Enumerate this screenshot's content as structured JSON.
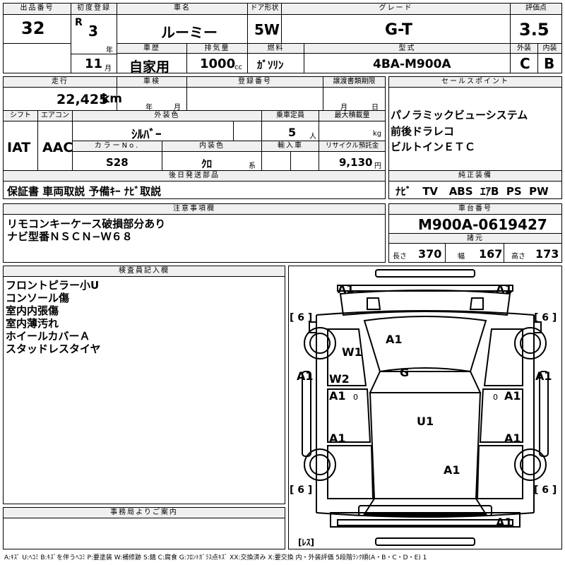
{
  "header": {
    "lot_label": "出品番号",
    "lot": "32",
    "first_reg_label": "初度登録",
    "era": "R",
    "year": "3",
    "year_unit": "年",
    "month": "11",
    "month_unit": "月",
    "car_name_label": "車名",
    "car_name": "ルーミー",
    "door_label": "ドア形状",
    "door": "5W",
    "grade_label": "グレード",
    "grade": "G-T",
    "score_label": "評価点",
    "score": "3.5",
    "exterior_label": "外装",
    "exterior": "C",
    "interior_label": "内装",
    "interior": "B",
    "history_label": "車歴",
    "history": "自家用",
    "displacement_label": "排気量",
    "displacement": "1000",
    "displacement_unit": "cc",
    "fuel_label": "燃料",
    "fuel": "ｶﾞｿﾘﾝ",
    "model_label": "型式",
    "model": "4BA-M900A"
  },
  "row2": {
    "mileage_label": "走行",
    "mileage": "22,425",
    "mileage_unit": "km",
    "inspection_label": "車検",
    "insp_year_unit": "年",
    "insp_month_unit": "月",
    "reg_no_label": "登録番号",
    "transfer_label": "譲渡書類期限",
    "transfer_month_unit": "月",
    "transfer_day_unit": "日",
    "shift_label": "シフト",
    "shift": "IAT",
    "ac_label": "エアコン",
    "ac": "AAC",
    "color_label": "外装色",
    "color": "ｼﾙﾊﾞｰ",
    "capacity_label": "乗車定員",
    "capacity": "5",
    "capacity_unit": "人",
    "maxload_label": "最大積載量",
    "maxload_unit": "kg",
    "color_no_label": "カラーNo.",
    "color_no": "S28",
    "int_color_label": "内装色",
    "int_color": "ｸﾛ",
    "int_color_unit": "系",
    "import_label": "輸入車",
    "recycle_label": "リサイクル預託金",
    "recycle": "9,130",
    "recycle_unit": "円"
  },
  "sales": {
    "label": "セールスポイント",
    "items": [
      "パノラミックビューシステム",
      "前後ドラレコ",
      "ビルトインＥＴＣ"
    ]
  },
  "later": {
    "label": "後日発送部品",
    "text": "保証書 車両取説 予備ｷｰ ﾅﾋﾞ取説"
  },
  "equipment": {
    "label": "純正装備",
    "items": [
      "ﾅﾋﾞ",
      "TV",
      "ABS",
      "ｴｱB",
      "PS",
      "PW"
    ]
  },
  "caution": {
    "label": "注意事項欄",
    "lines": [
      "リモコンキーケース破損部分あり",
      "ナビ型番ＮＳＣＮ−Ｗ６８"
    ]
  },
  "chassis": {
    "label": "車台番号",
    "number": "M900A-0619427",
    "dims_label": "諸元",
    "length_label": "長さ",
    "length": "370",
    "width_label": "幅",
    "width": "167",
    "height_label": "高さ",
    "height": "173"
  },
  "inspector": {
    "label": "検査員記入欄",
    "lines": [
      "フロントピラー小U",
      "コンソール傷",
      "室内内張傷",
      "室内薄汚れ",
      "ホイールカバーＡ",
      "スタッドレスタイヤ"
    ]
  },
  "office": {
    "label": "事務局よりご案内"
  },
  "diagram": {
    "marks": [
      "A1",
      "A1",
      "A1",
      "W1",
      "W2",
      "G",
      "A1",
      "A1",
      "A1",
      "A1",
      "A1",
      "U1",
      "A1",
      "A1",
      "A1",
      "A1"
    ],
    "tire_marks": [
      "[ 6 ]",
      "[ 6 ]",
      "[ 6 ]",
      "[ 6 ]"
    ],
    "small_marks": [
      "0",
      "0"
    ],
    "spare": "[ﾚｽ]"
  },
  "legend": "A:ｷｽﾞ U:ﾍｺﾐ B:ｷｽﾞを伴うﾍｺﾐ P:要塗装 W:補修跡 S:錆 C:腐食 G:ﾌﾛﾝﾄｶﾞﾗｽ点ｷｽﾞ XX:交換済み X:要交換 内・外装評価 5段階ﾗﾝｸ順(A・B・C・D・E) 1",
  "colors": {
    "border": "#000000",
    "header_bg": "#f0f0f0"
  }
}
